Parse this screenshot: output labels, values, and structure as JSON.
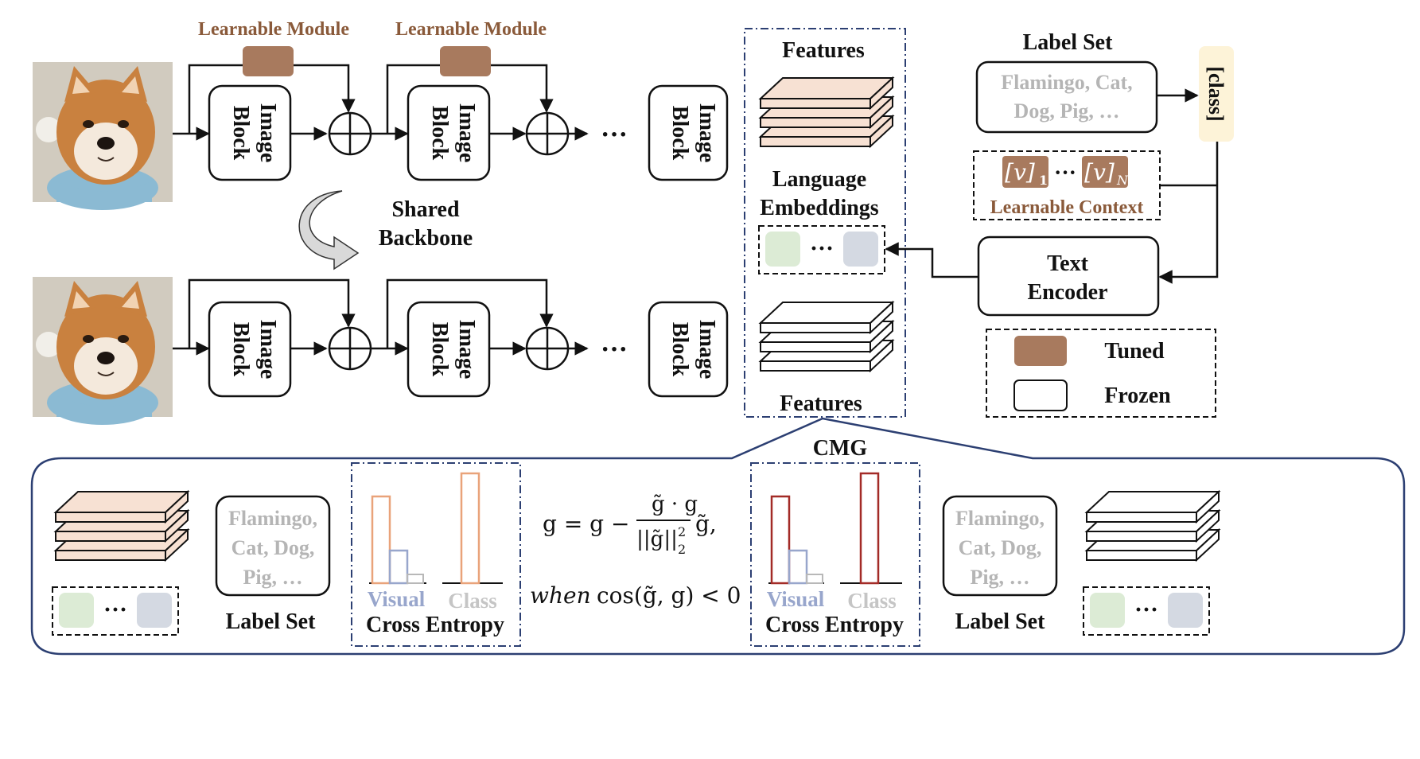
{
  "colors": {
    "tuned": "#a87a5e",
    "feature_fill": "#f7e1d3",
    "emb_green": "#dcebd5",
    "emb_gray": "#d4d9e2",
    "class_bg": "#fdf3d8",
    "bar_orange": "#e9a37a",
    "bar_blue": "#98a6cc",
    "bar_red": "#a32b27",
    "bar_gray": "#b8b8b8",
    "cmg_border": "#2c3f72"
  },
  "top_branch": {
    "learnable_module_1": "Learnable Module",
    "learnable_module_2": "Learnable Module",
    "block_label_line1": "Image",
    "block_label_line2": "Block",
    "ellipsis": "···"
  },
  "shared_backbone": {
    "line1": "Shared",
    "line2": "Backbone"
  },
  "features_panel": {
    "top_title": "Features",
    "lang_line1": "Language",
    "lang_line2": "Embeddings",
    "bottom_title": "Features",
    "emb_ellipsis": "···"
  },
  "text_side": {
    "label_set_title": "Label Set",
    "label_set_line1": "Flamingo, Cat,",
    "label_set_line2": "Dog, Pig, …",
    "class_token": "[class]",
    "context_v1": "[v]",
    "context_sub1": "1",
    "context_dots": "···",
    "context_vN": "[v]",
    "context_subN": "N",
    "context_label": "Learnable Context",
    "encoder_line1": "Text",
    "encoder_line2": "Encoder"
  },
  "legend": {
    "tuned": "Tuned",
    "frozen": "Frozen"
  },
  "cmg": {
    "title": "CMG",
    "left_labels": [
      "Flamingo,",
      "Cat, Dog,",
      "Pig, …"
    ],
    "right_labels": [
      "Flamingo,",
      "Cat, Dog,",
      "Pig, …"
    ],
    "label_set_caption": "Label Set",
    "emb_ellipsis": "···",
    "chart_visual_label": "Visual",
    "chart_class_label": "Class",
    "chart_caption": "Cross Entropy",
    "formula_lhs": "g = g −",
    "formula_num": "g̃ · g",
    "formula_den": "||g̃||",
    "formula_den_sup": "2",
    "formula_den_sub": "2",
    "formula_tail": "g̃,",
    "condition_when": "when",
    "condition_rest": "cos(g̃, g)  < 0"
  }
}
